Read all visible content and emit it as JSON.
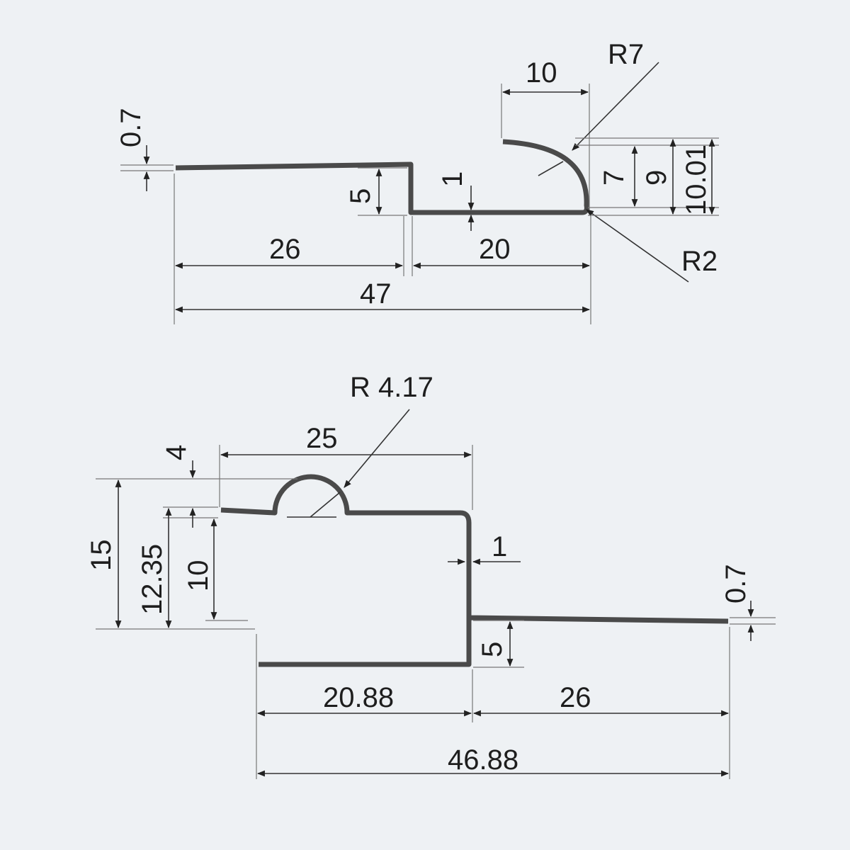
{
  "colors": {
    "background": "#eef1f4",
    "profile": "#4a4a4a",
    "lines": "#333333"
  },
  "top_profile": {
    "thickness": "0.7",
    "lip_offset": "5",
    "thickness_base": "1",
    "radius_large": "R7",
    "radius_small": "R2",
    "width_top": "10",
    "height_7": "7",
    "height_9": "9",
    "height_total": "10.01",
    "width_left": "26",
    "width_right": "20",
    "width_total": "47"
  },
  "bottom_profile": {
    "radius": "R 4.17",
    "width_top": "25",
    "height_4": "4",
    "height_15": "15",
    "height_12_35": "12.35",
    "height_10": "10",
    "thickness_wall": "1",
    "thickness_flange": "0.7",
    "offset_5": "5",
    "width_left": "20.88",
    "width_right": "26",
    "width_total": "46.88"
  }
}
